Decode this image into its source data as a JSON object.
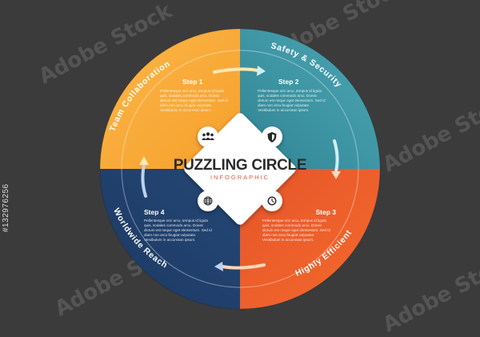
{
  "title": "PUZZLING CIRCLE",
  "subtitle": "INFOGRAPHIC",
  "watermark_text": "Adobe Stock",
  "side_code": "#132976256",
  "colors": {
    "background": "#3b3b3b",
    "orange_light": "#f8a838",
    "teal": "#3e96a6",
    "orange_red": "#f0612a",
    "navy": "#1f3f6d",
    "subtitle_red": "#e25b3d"
  },
  "quadrants": [
    {
      "step": "Step 1",
      "arc_label": "Team Collaboration",
      "icon": "team-icon",
      "body_lines": [
        "Pellentesque orci arcu, tempus id ligula",
        "quis, sodales commodo arcu. Donec",
        "dictum est neque eget elementum. Sed id",
        "diam non arcu feugiat vulputate.",
        "Vestibulum in accumsan ipsum."
      ]
    },
    {
      "step": "Step 2",
      "arc_label": "Safety & Security",
      "icon": "shield-icon",
      "body_lines": [
        "Pellentesque orci arcu, tempus id ligula",
        "quis, sodales commodo arcu. Donec",
        "dictum est neque eget elementum. Sed id",
        "diam non arcu feugiat vulputate.",
        "Vestibulum in accumsan ipsum."
      ]
    },
    {
      "step": "Step 3",
      "arc_label": "Highly Efficient",
      "icon": "clock-icon",
      "body_lines": [
        "Pellentesque orci arcu, tempus id ligula",
        "quis, sodales commodo arcu. Donec",
        "dictum est neque eget elementum. Sed id",
        "diam non arcu feugiat vulputate.",
        "Vestibulum in accumsan ipsum."
      ]
    },
    {
      "step": "Step 4",
      "arc_label": "Worldwide Reach",
      "icon": "globe-icon",
      "body_lines": [
        "Pellentesque orci arcu, tempus id ligula",
        "quis, sodales commodo arcu. Donec",
        "dictum est neque eget elementum. Sed id",
        "diam non arcu feugiat vulputate.",
        "Vestibulum in accumsan ipsum."
      ]
    }
  ]
}
